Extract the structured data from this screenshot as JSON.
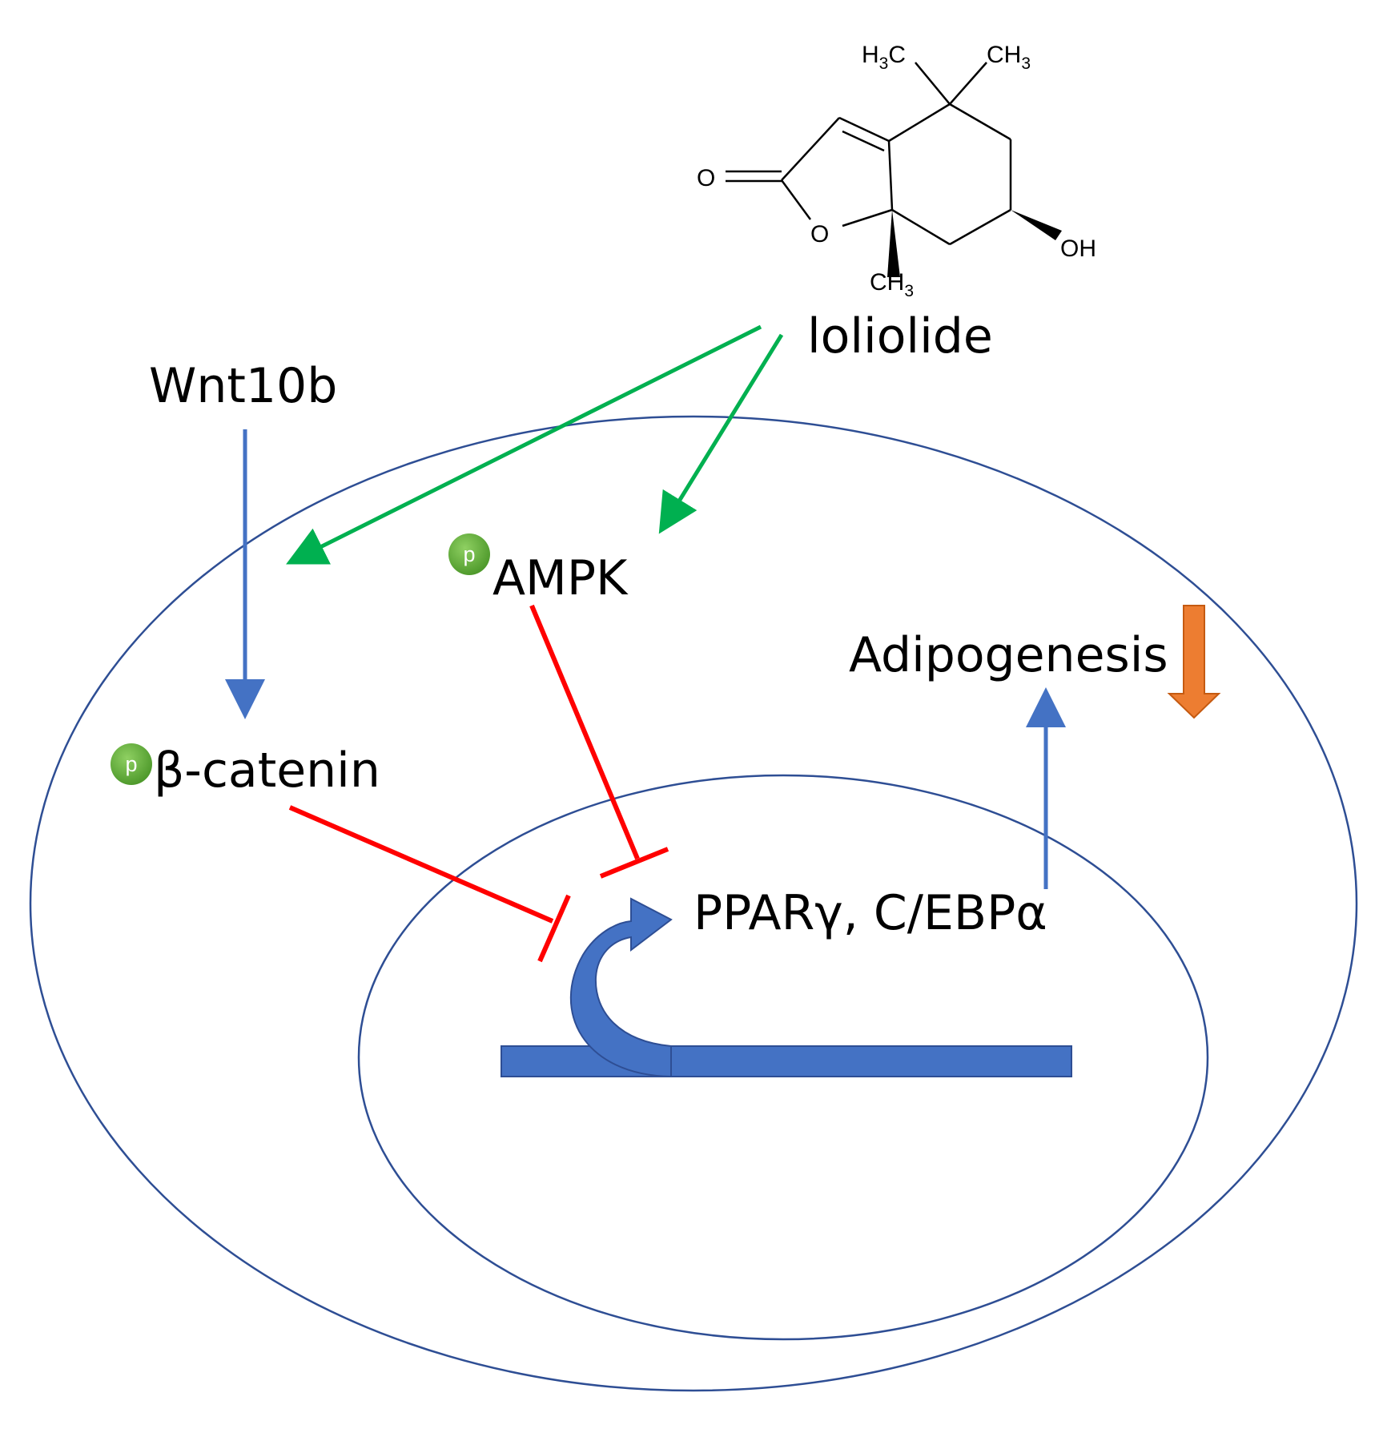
{
  "labels": {
    "loliolide": "loliolide",
    "wnt10b": "Wnt10b",
    "ampk": "AMPK",
    "beta_catenin": "β-catenin",
    "adipogenesis": "Adipogenesis",
    "ppar": "PPARγ, C/EBPα"
  },
  "phospho_marker": "p",
  "molecule": {
    "h3c": "H",
    "h3c_sub": "3",
    "h3c_tail": "C",
    "ch3_top": "CH",
    "ch3_top_sub": "3",
    "ch3_bottom": "CH",
    "ch3_bottom_sub": "3",
    "o_carbonyl": "O",
    "o_ring": "O",
    "oh": "OH"
  },
  "colors": {
    "membrane": "#2e4e94",
    "activation_green": "#00b050",
    "inhibition_red": "#ff0000",
    "blue_arrow": "#4472c4",
    "dna_blue": "#4472c4",
    "down_arrow_orange": "#ed7d31",
    "phospho_green": "#70ad47"
  }
}
